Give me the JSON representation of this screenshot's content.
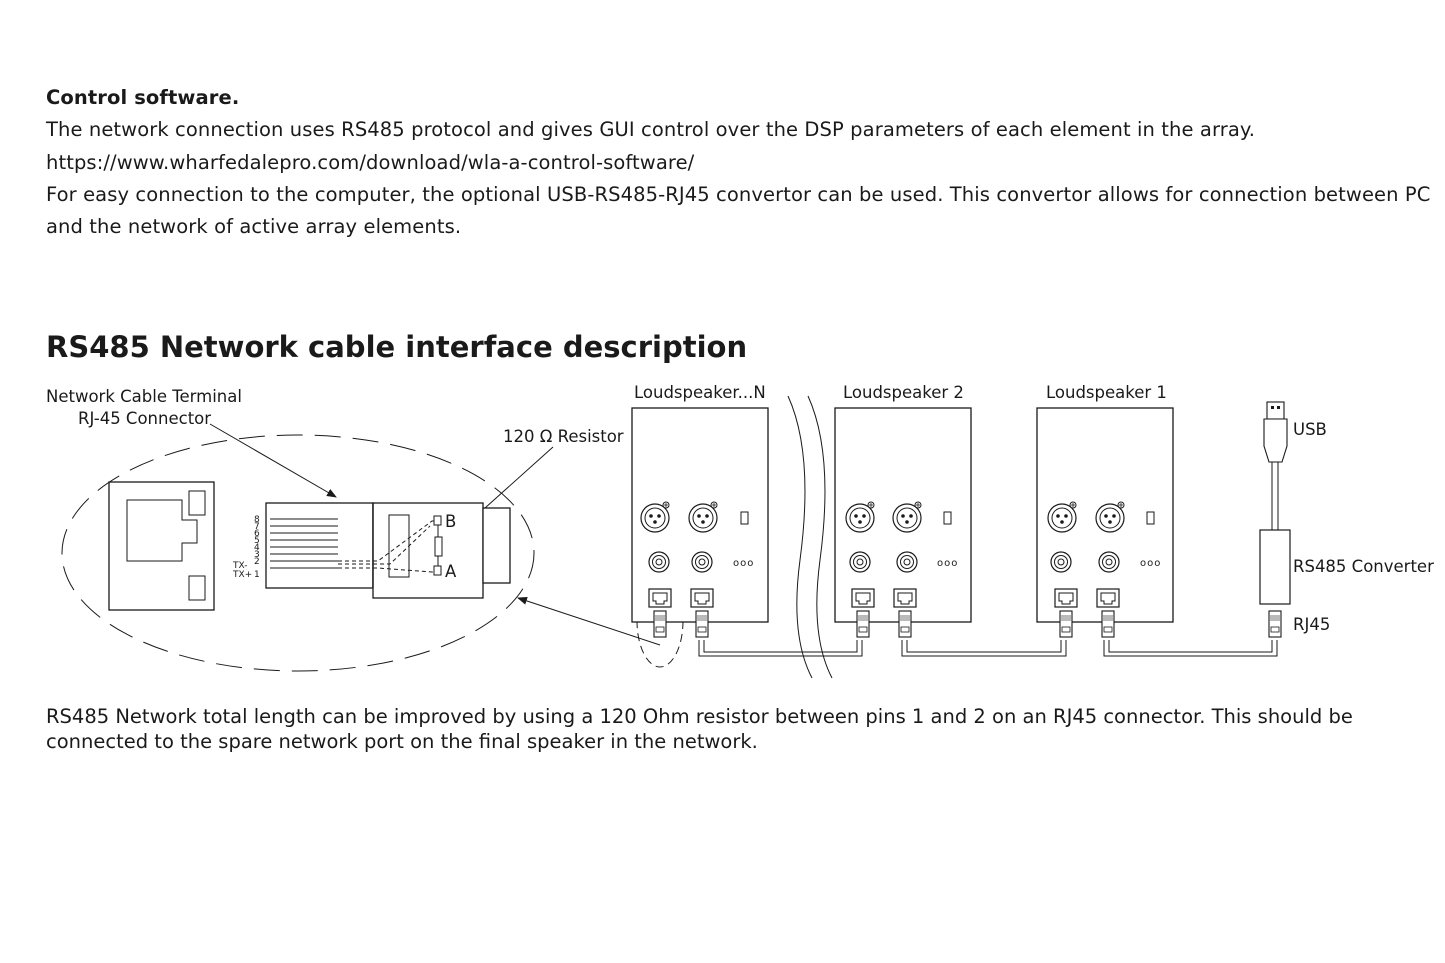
{
  "section": {
    "title": "Control software.",
    "para1": "The network connection uses RS485 protocol and gives GUI control over the DSP parameters of each element in the array.",
    "link": "https://www.wharfedalepro.com/download/wla-a-control-software/",
    "para2": "For easy connection to the computer, the optional USB-RS485-RJ45 convertor can be used. This convertor allows for connection between PC and the network of active array elements."
  },
  "heading": "RS485 Network cable interface description",
  "diagram": {
    "terminal_label_1": "Network Cable Terminal",
    "terminal_label_2": "RJ-45 Connector",
    "resistor_label": "120 Ω Resistor",
    "pin_b": "B",
    "pin_a": "A",
    "pin_numbers": [
      "8",
      "7",
      "6",
      "5",
      "4",
      "3",
      "2",
      "1"
    ],
    "tx_minus": "TX-",
    "tx_plus": "TX+",
    "speakers": [
      "Loudspeaker...N",
      "Loudspeaker 2",
      "Loudspeaker 1"
    ],
    "usb": "USB",
    "converter": "RS485 Converter",
    "rj45": "RJ45",
    "dots": "ooo"
  },
  "footer": "RS485 Network total length can be improved by using a 120 Ohm resistor between pins 1 and 2 on an RJ45 connector. This should be connected to the spare network port on the final speaker in the network."
}
